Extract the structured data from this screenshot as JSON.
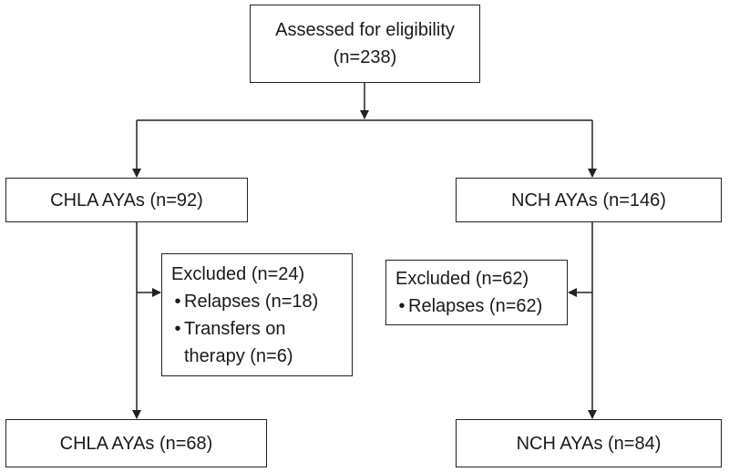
{
  "flow": {
    "top": {
      "line1": "Assessed for eligibility",
      "line2": "(n=238)"
    },
    "left": {
      "label": "CHLA AYAs (n=92)"
    },
    "right": {
      "label": "NCH AYAs (n=146)"
    },
    "excluded_left": {
      "title": "Excluded (n=24)",
      "items": [
        "Relapses (n=18)",
        "Transfers on\ntherapy (n=6)"
      ]
    },
    "excluded_right": {
      "title": "Excluded (n=62)",
      "items": [
        "Relapses (n=62)"
      ]
    },
    "final_left": {
      "label": "CHLA AYAs (n=68)"
    },
    "final_right": {
      "label": "NCH AYAs (n=84)"
    },
    "bullet_glyph": "•"
  }
}
